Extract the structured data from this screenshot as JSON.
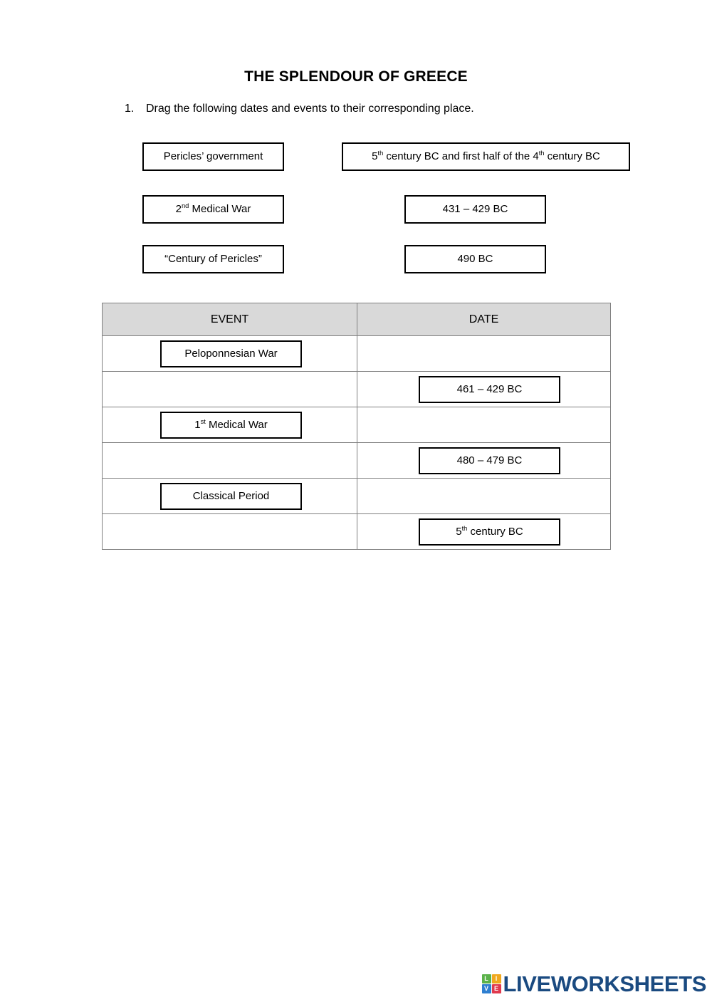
{
  "document": {
    "title": "THE SPLENDOUR OF GREECE"
  },
  "exercise": {
    "number": "1.",
    "instruction": "Drag the following dates and events to their corresponding place."
  },
  "word_bank": {
    "events": [
      {
        "label": "Pericles’ government"
      },
      {
        "label_pre": "2",
        "label_sup": "nd",
        "label_post": " Medical War"
      },
      {
        "label": "“Century of Pericles”"
      }
    ],
    "dates": [
      {
        "pre": "5",
        "sup1": "th",
        "mid": " century BC and first half of the 4",
        "sup2": "th",
        "post": " century BC"
      },
      {
        "label": "431 – 429 BC"
      },
      {
        "label": "490 BC"
      }
    ]
  },
  "table": {
    "headers": {
      "event": "EVENT",
      "date": "DATE"
    },
    "rows": [
      {
        "event": "Peloponnesian War",
        "date": ""
      },
      {
        "event": "",
        "date": "461 – 429 BC"
      },
      {
        "event_pre": "1",
        "event_sup": "st",
        "event_post": " Medical War",
        "date": ""
      },
      {
        "event": "",
        "date": "480 – 479 BC"
      },
      {
        "event": "Classical Period",
        "date": ""
      },
      {
        "event": "",
        "date_pre": "5",
        "date_sup": "th",
        "date_post": " century BC"
      }
    ]
  },
  "footer": {
    "logo_tiles": [
      "L",
      "I",
      "V",
      "E"
    ],
    "logo_word": "LIVEWORKSHEETS",
    "colors": {
      "tile_l": "#5bb24a",
      "tile_i": "#f0a81e",
      "tile_v": "#2f7fd0",
      "tile_e": "#e03a4e",
      "word": "#1a4a80"
    }
  },
  "style": {
    "header_fill": "#d9d9d9",
    "grid_line": "#7f7f7f",
    "box_border": "#000000"
  }
}
